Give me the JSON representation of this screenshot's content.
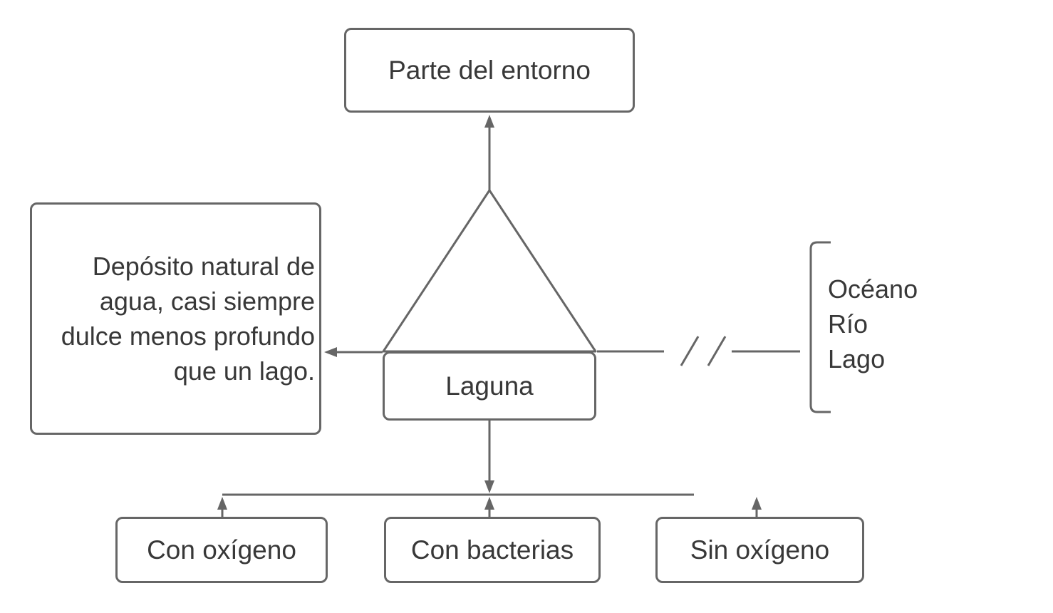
{
  "colors": {
    "stroke": "#666666",
    "text": "#383838",
    "node_fill": "#ffffff",
    "background": "#ffffff"
  },
  "nodes": {
    "environment": {
      "label": "Parte del entorno"
    },
    "main": {
      "label": "Laguna"
    },
    "definition": {
      "text": "Depósito natural de agua, casi siempre dulce menos profundo que un lago.",
      "lines": [
        "Depósito natural de",
        "agua, casi siempre",
        "dulce menos profundo",
        "que un lago."
      ]
    },
    "related_examples": {
      "items": [
        "Océano",
        "Río",
        "Lago"
      ]
    },
    "types": [
      {
        "label": "Con oxígeno"
      },
      {
        "label": "Con bacterias"
      },
      {
        "label": "Sin oxígeno"
      }
    ]
  }
}
